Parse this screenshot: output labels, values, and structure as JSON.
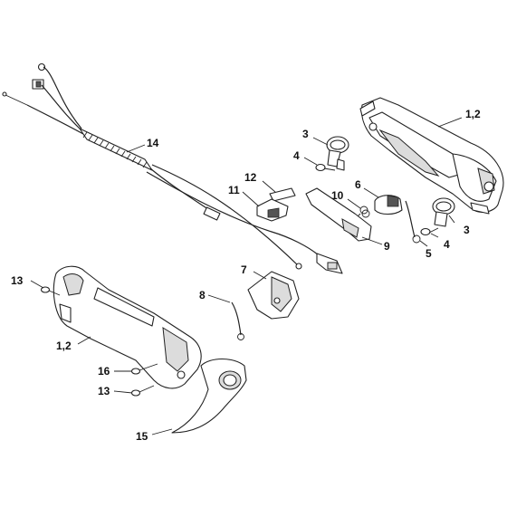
{
  "diagram": {
    "callouts": {
      "c1": "1,2",
      "c2": "3",
      "c3": "4",
      "c4": "14",
      "c5": "12",
      "c6": "11",
      "c7": "6",
      "c8": "10",
      "c9": "3",
      "c10": "4",
      "c11": "5",
      "c12": "9",
      "c13": "7",
      "c14": "13",
      "c15": "8",
      "c16": "1,2",
      "c17": "16",
      "c18": "13",
      "c19": "15"
    }
  }
}
